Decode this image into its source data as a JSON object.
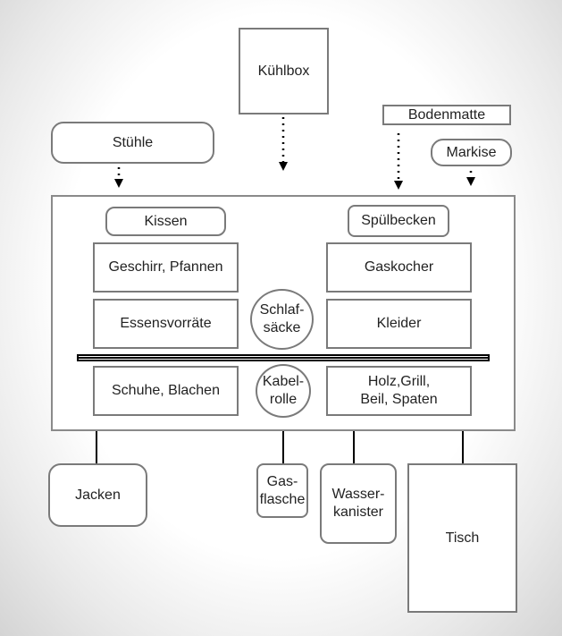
{
  "diagram": {
    "outside": {
      "kuehlbox": "Kühlbox",
      "bodenmatte": "Bodenmatte",
      "stuehle": "Stühle",
      "markise": "Markise",
      "jacken": "Jacken",
      "gasflasche": "Gas-\nflasche",
      "wasserkanister": "Wasser-\nkanister",
      "tisch": "Tisch"
    },
    "inside": {
      "kissen": "Kissen",
      "spuelbecken": "Spülbecken",
      "geschirr": "Geschirr, Pfannen",
      "gaskocher": "Gaskocher",
      "essensvorraete": "Essensvorräte",
      "schlafsaecke": "Schlaf-\nsäcke",
      "kleider": "Kleider",
      "schuhe": "Schuhe, Blachen",
      "kabelrolle": "Kabel-\nrolle",
      "holz": "Holz,Grill,\nBeil, Spaten"
    }
  }
}
